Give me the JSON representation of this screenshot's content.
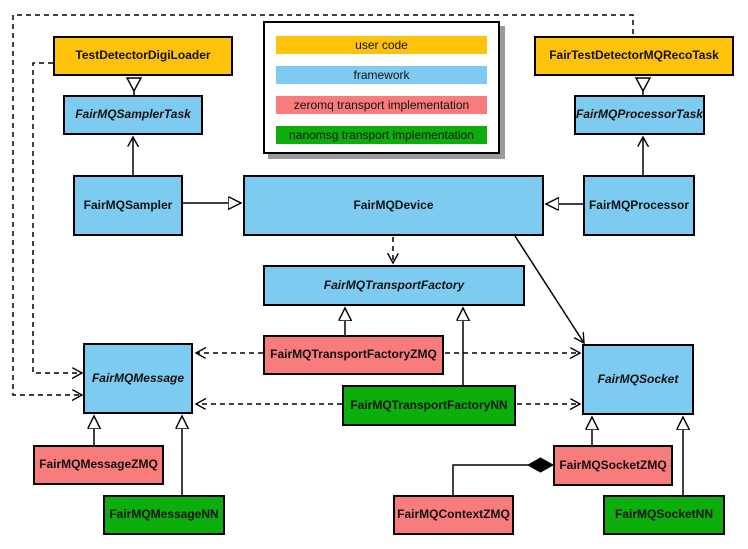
{
  "colors": {
    "user-code": "#FFC20A",
    "framework": "#7ECBF1",
    "zeromq": "#F87C7C",
    "nanomsg": "#0CAE0C",
    "border": "#000000",
    "background": "#FFFFFF",
    "legend-shadow": "#9A9A9A"
  },
  "legend": {
    "items": [
      {
        "label": "user code",
        "category": "user-code"
      },
      {
        "label": "framework",
        "category": "framework"
      },
      {
        "label": "zeromq transport implementation",
        "category": "zeromq"
      },
      {
        "label": "nanomsg transport implementation",
        "category": "nanomsg"
      }
    ]
  },
  "nodes": {
    "testDetectorDigiLoader": {
      "label": "TestDetectorDigiLoader",
      "category": "user-code",
      "abstract": false
    },
    "fairTestDetectorMQRecoTask": {
      "label": "FairTestDetectorMQRecoTask",
      "category": "user-code",
      "abstract": false
    },
    "fairMQSamplerTask": {
      "label": "FairMQSamplerTask",
      "category": "framework",
      "abstract": true
    },
    "fairMQProcessorTask": {
      "label": "FairMQProcessorTask",
      "category": "framework",
      "abstract": true
    },
    "fairMQSampler": {
      "label": "FairMQSampler",
      "category": "framework",
      "abstract": false
    },
    "fairMQDevice": {
      "label": "FairMQDevice",
      "category": "framework",
      "abstract": false
    },
    "fairMQProcessor": {
      "label": "FairMQProcessor",
      "category": "framework",
      "abstract": false
    },
    "fairMQTransportFactory": {
      "label": "FairMQTransportFactory",
      "category": "framework",
      "abstract": true
    },
    "fairMQMessage": {
      "label": "FairMQMessage",
      "category": "framework",
      "abstract": true
    },
    "fairMQSocket": {
      "label": "FairMQSocket",
      "category": "framework",
      "abstract": true
    },
    "fairMQTransportFactoryZMQ": {
      "label": "FairMQTransportFactoryZMQ",
      "category": "zeromq",
      "abstract": false
    },
    "fairMQTransportFactoryNN": {
      "label": "FairMQTransportFactoryNN",
      "category": "nanomsg",
      "abstract": false
    },
    "fairMQMessageZMQ": {
      "label": "FairMQMessageZMQ",
      "category": "zeromq",
      "abstract": false
    },
    "fairMQMessageNN": {
      "label": "FairMQMessageNN",
      "category": "nanomsg",
      "abstract": false
    },
    "fairMQContextZMQ": {
      "label": "FairMQContextZMQ",
      "category": "zeromq",
      "abstract": false
    },
    "fairMQSocketZMQ": {
      "label": "FairMQSocketZMQ",
      "category": "zeromq",
      "abstract": false
    },
    "fairMQSocketNN": {
      "label": "FairMQSocketNN",
      "category": "nanomsg",
      "abstract": false
    }
  },
  "edges": [
    {
      "from": "TestDetectorDigiLoader",
      "to": "FairMQSamplerTask",
      "relation": "inheritance",
      "style": "solid"
    },
    {
      "from": "FairMQSampler",
      "to": "FairMQSamplerTask",
      "relation": "arrow",
      "style": "solid"
    },
    {
      "from": "FairMQSampler",
      "to": "FairMQDevice",
      "relation": "inheritance",
      "style": "solid"
    },
    {
      "from": "FairTestDetectorMQRecoTask",
      "to": "FairMQProcessorTask",
      "relation": "inheritance",
      "style": "solid"
    },
    {
      "from": "FairMQProcessor",
      "to": "FairMQProcessorTask",
      "relation": "arrow",
      "style": "solid"
    },
    {
      "from": "FairMQProcessor",
      "to": "FairMQDevice",
      "relation": "inheritance",
      "style": "solid"
    },
    {
      "from": "FairMQDevice",
      "to": "FairMQTransportFactory",
      "relation": "dependency",
      "style": "dashed"
    },
    {
      "from": "FairMQDevice",
      "to": "FairMQSocket",
      "relation": "arrow",
      "style": "solid"
    },
    {
      "from": "TestDetectorDigiLoader",
      "to": "FairMQMessage",
      "relation": "dependency",
      "style": "dashed"
    },
    {
      "from": "FairTestDetectorMQRecoTask",
      "to": "FairMQMessage",
      "relation": "dependency",
      "style": "dashed"
    },
    {
      "from": "FairMQTransportFactoryZMQ",
      "to": "FairMQTransportFactory",
      "relation": "inheritance",
      "style": "solid"
    },
    {
      "from": "FairMQTransportFactoryNN",
      "to": "FairMQTransportFactory",
      "relation": "inheritance",
      "style": "solid"
    },
    {
      "from": "FairMQTransportFactoryZMQ",
      "to": "FairMQMessage",
      "relation": "dependency",
      "style": "dashed"
    },
    {
      "from": "FairMQTransportFactoryZMQ",
      "to": "FairMQSocket",
      "relation": "dependency",
      "style": "dashed"
    },
    {
      "from": "FairMQTransportFactoryNN",
      "to": "FairMQMessage",
      "relation": "dependency",
      "style": "dashed"
    },
    {
      "from": "FairMQTransportFactoryNN",
      "to": "FairMQSocket",
      "relation": "dependency",
      "style": "dashed"
    },
    {
      "from": "FairMQMessageZMQ",
      "to": "FairMQMessage",
      "relation": "inheritance",
      "style": "solid"
    },
    {
      "from": "FairMQMessageNN",
      "to": "FairMQMessage",
      "relation": "inheritance",
      "style": "solid"
    },
    {
      "from": "FairMQSocketZMQ",
      "to": "FairMQSocket",
      "relation": "inheritance",
      "style": "solid"
    },
    {
      "from": "FairMQSocketNN",
      "to": "FairMQSocket",
      "relation": "inheritance",
      "style": "solid"
    },
    {
      "from": "FairMQContextZMQ",
      "to": "FairMQSocketZMQ",
      "relation": "composition",
      "style": "solid"
    }
  ]
}
